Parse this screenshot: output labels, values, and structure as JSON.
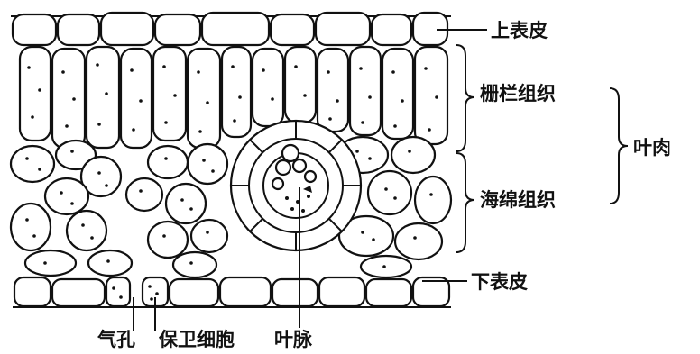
{
  "labels": {
    "upper_epidermis": "上表皮",
    "palisade": "栅栏组织",
    "spongy": "海绵组织",
    "mesophyll": "叶肉",
    "lower_epidermis": "下表皮",
    "stoma": "气孔",
    "guard_cell": "保卫细胞",
    "vein": "叶脉"
  },
  "colors": {
    "ink": "#111111",
    "paper": "#ffffff"
  }
}
